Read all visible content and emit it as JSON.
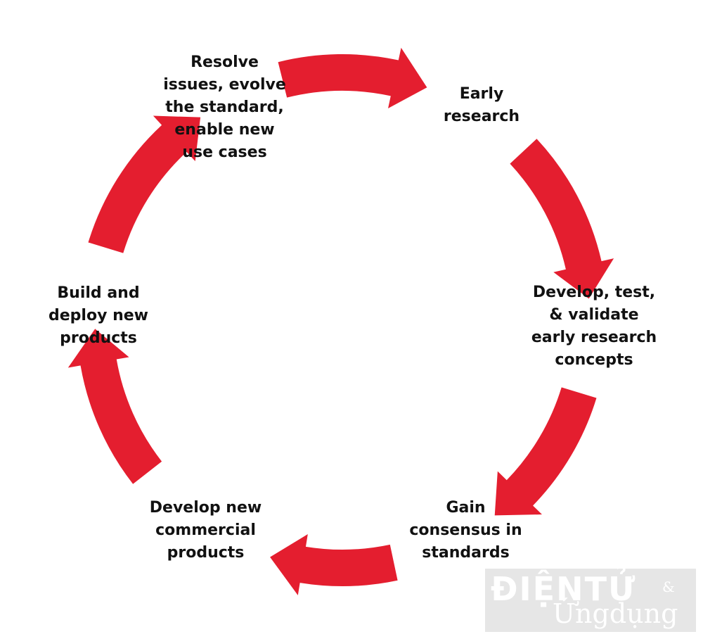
{
  "diagram": {
    "arrow_color": "#e41e2f",
    "text_color": "#111111",
    "stages": [
      {
        "lines": [
          "Early",
          "research"
        ]
      },
      {
        "lines": [
          "Develop, test,",
          "& validate",
          "early research",
          "concepts"
        ]
      },
      {
        "lines": [
          "Gain",
          "consensus in",
          "standards"
        ]
      },
      {
        "lines": [
          "Develop new",
          "commercial",
          "products"
        ]
      },
      {
        "lines": [
          "Build and",
          "deploy new",
          "products"
        ]
      },
      {
        "lines": [
          "Resolve",
          "issues, evolve",
          "the standard,",
          "enable new",
          "use cases"
        ]
      }
    ]
  },
  "watermark": {
    "line1": "ĐIỆNTỬ",
    "amp": "&",
    "line2": "Ứngdụng"
  }
}
